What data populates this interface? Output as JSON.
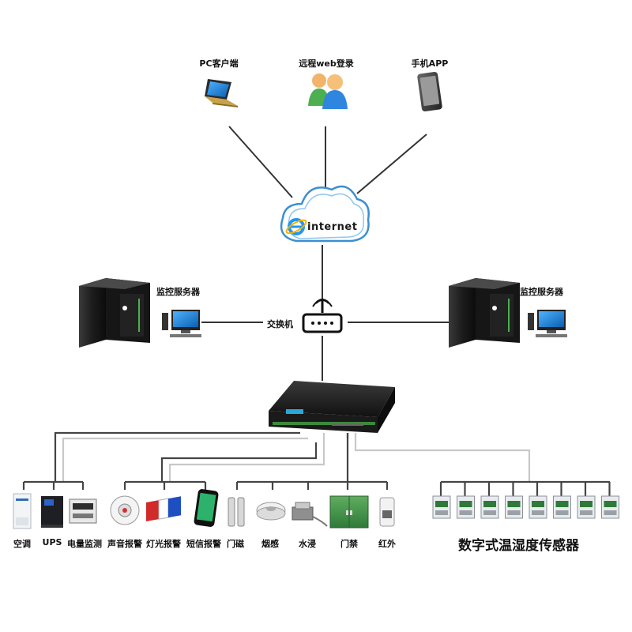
{
  "clients": [
    {
      "label": "PC客户端",
      "icon": "laptop-icon"
    },
    {
      "label": "远程web登录",
      "icon": "users-icon"
    },
    {
      "label": "手机APP",
      "icon": "smartphone-icon"
    }
  ],
  "cloud": {
    "label": "internet",
    "icon": "ie-logo-icon"
  },
  "servers": [
    {
      "label": "监控服务器",
      "icon": "server-rack-icon"
    },
    {
      "label": "监控服务器",
      "icon": "server-rack-icon"
    }
  ],
  "switch": {
    "label": "交换机",
    "icon": "router-icon"
  },
  "controller": {
    "icon": "controller-box-icon"
  },
  "devices": [
    {
      "label": "空调",
      "icon": "air-conditioner-icon"
    },
    {
      "label": "UPS",
      "icon": "ups-icon"
    },
    {
      "label": "电量监测",
      "icon": "power-meter-icon"
    },
    {
      "label": "声音报警",
      "icon": "sound-alarm-icon"
    },
    {
      "label": "灯光报警",
      "icon": "light-alarm-icon"
    },
    {
      "label": "短信报警",
      "icon": "sms-phone-icon"
    },
    {
      "label": "门磁",
      "icon": "door-magnet-icon"
    },
    {
      "label": "烟感",
      "icon": "smoke-detector-icon"
    },
    {
      "label": "水浸",
      "icon": "water-sensor-icon"
    },
    {
      "label": "门禁",
      "icon": "access-door-icon"
    },
    {
      "label": "红外",
      "icon": "infrared-sensor-icon"
    }
  ],
  "sensor_group": {
    "label": "数字式温湿度传感器",
    "count": 8,
    "icon": "temp-humidity-sensor-icon"
  }
}
